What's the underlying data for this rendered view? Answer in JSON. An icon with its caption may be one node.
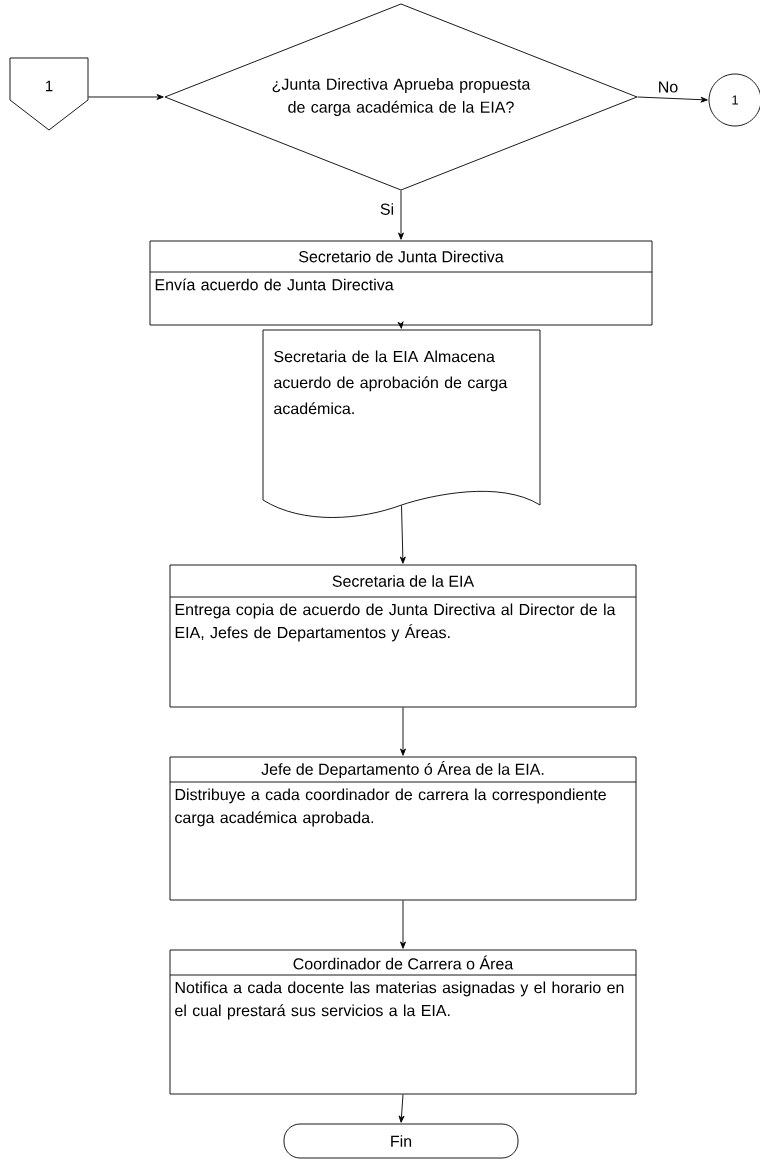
{
  "diagram": {
    "nodes": [
      {
        "text": [
          "1"
        ]
      },
      {
        "text": [
          "¿Junta Directiva Aprueba propuesta de carga académica de la EIA?"
        ]
      },
      {
        "text": [
          "1"
        ]
      },
      {
        "text": [
          "Secretario de Junta Directiva",
          "Envía acuerdo de Junta Directiva"
        ]
      },
      {
        "text": [
          "Secretaria de la EIA Almacena acuerdo de aprobación de carga académica."
        ]
      },
      {
        "text": [
          "Secretaria de la EIA",
          "Entrega copia de acuerdo de Junta Directiva al Director de la EIA, Jefes de Departamentos y Áreas."
        ]
      },
      {
        "text": [
          "Jefe de Departamento ó Área de la EIA.",
          "Distribuye a cada coordinador de carrera la correspondiente carga académica aprobada."
        ]
      },
      {
        "text": [
          "Coordinador de Carrera o Área",
          "Notifica a cada docente las materias asignadas y el horario en el cual prestará sus servicios a la EIA."
        ]
      },
      {
        "text": [
          "Fin"
        ]
      }
    ],
    "edges": [
      {
        "from": 0,
        "to": 1,
        "arrow": "to"
      },
      {
        "from": 1,
        "to": 2,
        "arrow": "to",
        "label": "No"
      },
      {
        "from": 1,
        "to": 3,
        "arrow": "to",
        "label": "Si"
      },
      {
        "from": 3,
        "to": 4,
        "arrow": "to"
      },
      {
        "from": 4,
        "to": 5,
        "arrow": "to"
      },
      {
        "from": 5,
        "to": 6,
        "arrow": "to"
      },
      {
        "from": 6,
        "to": 7,
        "arrow": "to"
      },
      {
        "from": 7,
        "to": 8,
        "arrow": "to"
      }
    ]
  }
}
